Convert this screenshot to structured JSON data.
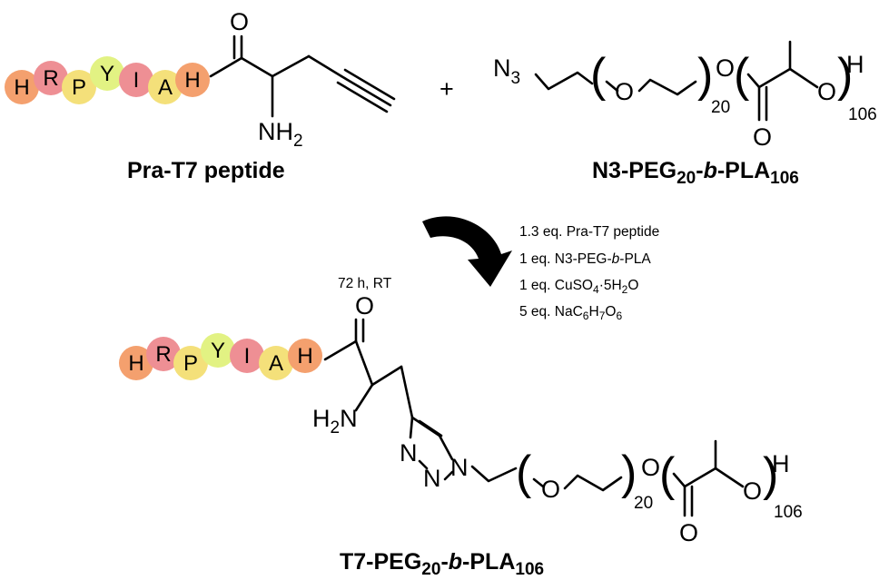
{
  "colors": {
    "bead_orange": "#f4a06e",
    "bead_pink": "#ee8f94",
    "bead_yellow": "#f4e07a",
    "bead_lime": "#e2f283",
    "arrow": "#000000"
  },
  "peptide": {
    "beads": [
      {
        "letter": "H",
        "color": "#f4a06e"
      },
      {
        "letter": "R",
        "color": "#ee8f94"
      },
      {
        "letter": "P",
        "color": "#f4e07a"
      },
      {
        "letter": "Y",
        "color": "#e2f283"
      },
      {
        "letter": "I",
        "color": "#ee8f94"
      },
      {
        "letter": "A",
        "color": "#f4e07a"
      },
      {
        "letter": "H",
        "color": "#f4a06e"
      }
    ]
  },
  "reactant1": {
    "atom_o": "O",
    "atom_nh": "NH",
    "nh_sub": "2",
    "label": "Pra-T7 peptide"
  },
  "plus_sign": "+",
  "reactant2": {
    "atom_n": "N",
    "n_sub": "3",
    "atom_o_ether": "O",
    "peg_repeat": "20",
    "atom_o_ester": "O",
    "atom_o_carbonyl": "O",
    "atom_o_pla": "O",
    "atom_h_end": "H",
    "pla_repeat": "106",
    "label_main": "N3-PEG",
    "label_sub1": "20",
    "label_dash": "-",
    "label_italic": "b",
    "label_mid": "-PLA",
    "label_sub2": "106"
  },
  "conditions": {
    "left": "72 h, RT",
    "line1": "1.3 eq. Pra-T7 peptide",
    "line2_pre": "1 eq. N3-PEG-",
    "line2_it": "b",
    "line2_post": "-PLA",
    "line3_pre": "1 eq. CuSO",
    "line3_s1": "4",
    "line3_mid": "·5H",
    "line3_s2": "2",
    "line3_post": "O",
    "line4_pre": "5 eq. NaC",
    "line4_s1": "6",
    "line4_m1": "H",
    "line4_s2": "7",
    "line4_m2": "O",
    "line4_s3": "6"
  },
  "product": {
    "atom_o": "O",
    "atom_h2n_h": "H",
    "h2n_sub": "2",
    "atom_h2n_n": "N",
    "triazole_n1": "N",
    "triazole_eq": "=",
    "triazole_n2": "N",
    "triazole_n3": "N",
    "atom_o_ether": "O",
    "peg_repeat": "20",
    "atom_o_ester": "O",
    "atom_o_carbonyl": "O",
    "atom_o_pla": "O",
    "atom_h_end": "H",
    "pla_repeat": "106",
    "label_main": "T7-PEG",
    "label_sub1": "20",
    "label_dash": "-",
    "label_italic": "b",
    "label_mid": "-PLA",
    "label_sub2": "106"
  }
}
